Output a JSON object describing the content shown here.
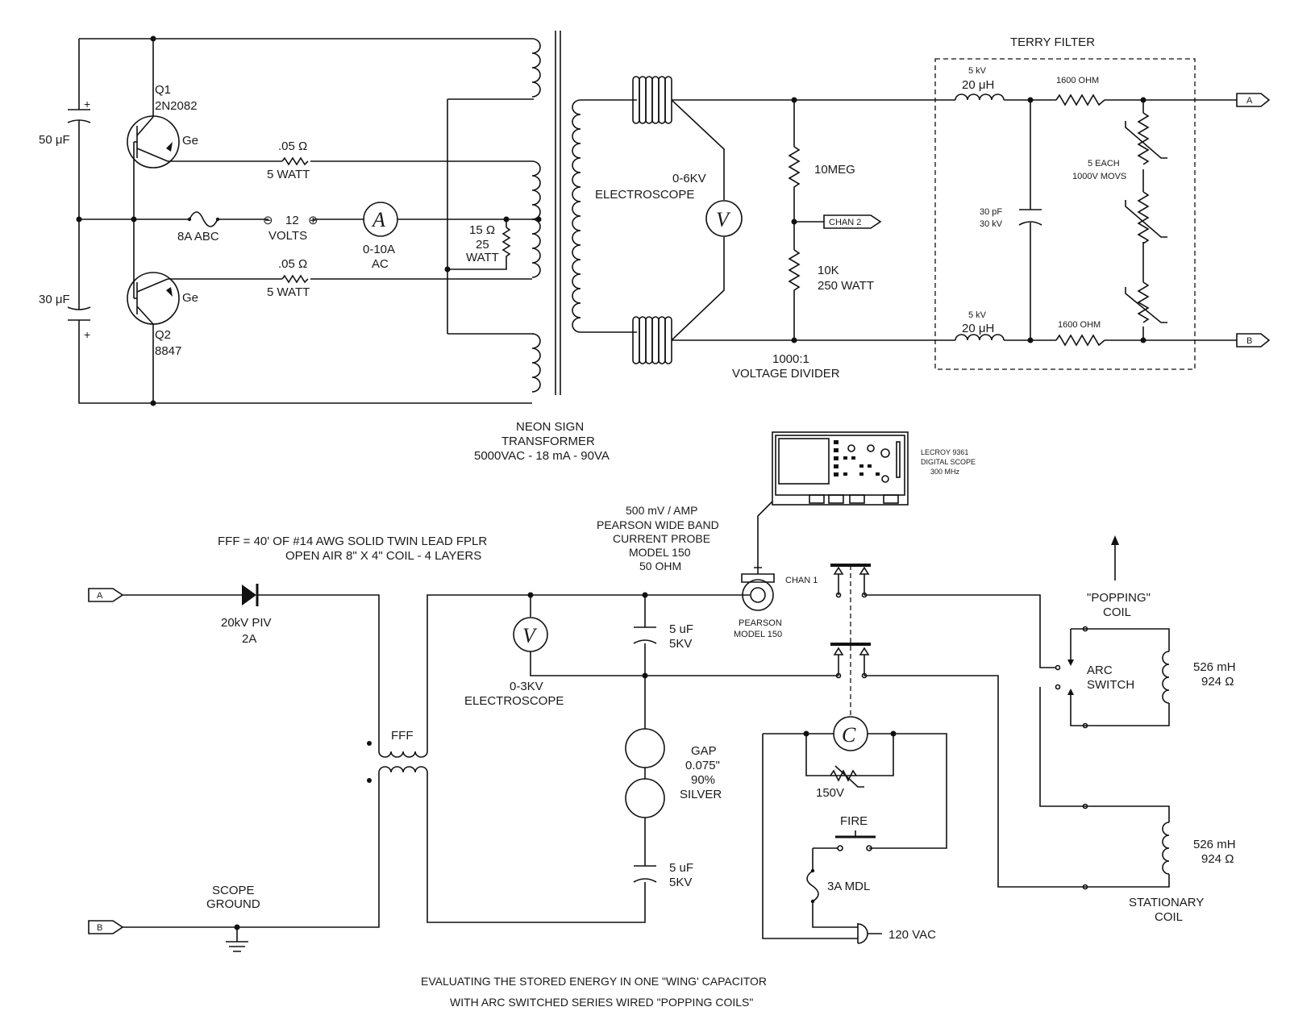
{
  "top": {
    "cap_top": "50 μF",
    "cap_bottom": "30 μF",
    "plus": "+",
    "q1_name": "Q1",
    "q1_part": "2N2082",
    "q2_name": "Q2",
    "q2_part": "8847",
    "ge": "Ge",
    "res_top_value": ".05 Ω",
    "res_top_watt": "5 WATT",
    "res_bot_value": ".05 Ω",
    "res_bot_watt": "5 WATT",
    "fuse": "8A ABC",
    "batt_minus": "⊖",
    "batt_value": "12",
    "batt_plus": "⊕",
    "batt_unit": "VOLTS",
    "ammeter_symbol": "A",
    "ammeter_range": "0-10A",
    "ammeter_type": "AC",
    "shunt_value": "15 Ω",
    "shunt_watt_value": "25",
    "shunt_watt_unit": "WATT",
    "transformer_line1": "NEON SIGN",
    "transformer_line2": "TRANSFORMER",
    "transformer_line3": "5000VAC - 18 mA - 90VA",
    "voltmeter_symbol": "V",
    "electroscope_range": "0-6KV",
    "electroscope_label": "ELECTROSCOPE",
    "r_upper": "10MEG",
    "r_lower_value": "10K",
    "r_lower_watt": "250 WATT",
    "chan2": "CHAN 2",
    "divider_ratio": "1000:1",
    "divider_label": "VOLTAGE DIVIDER",
    "filter_title": "TERRY FILTER",
    "ind_top_kv": "5 kV",
    "ind_top_value": "20 μH",
    "ind_bot_kv": "5 kV",
    "ind_bot_value": "20 μH",
    "res_f_top": "1600 OHM",
    "res_f_bot": "1600 OHM",
    "cap_f_value": "30 pF",
    "cap_f_volt": "30 kV",
    "movs_line1": "5 EACH",
    "movs_line2": "1000V MOVS",
    "port_a": "A",
    "port_b": "B"
  },
  "bottom": {
    "port_a": "A",
    "port_b": "B",
    "fff_def_line1": "FFF   = 40' OF #14 AWG SOLID TWIN LEAD FPLR",
    "fff_def_line2": "OPEN AIR 8\" X 4\" COIL - 4 LAYERS",
    "diode_value": "20kV PIV",
    "diode_current": "2A",
    "fff": "FFF",
    "scope_ground_1": "SCOPE",
    "scope_ground_2": "GROUND",
    "voltmeter_symbol": "V",
    "electroscope_range": "0-3KV",
    "electroscope_label": "ELECTROSCOPE",
    "cap1_value": "5 uF",
    "cap1_volt": "5KV",
    "cap2_value": "5 uF",
    "cap2_volt": "5KV",
    "gap_1": "GAP",
    "gap_2": "0.075\"",
    "gap_3": "90%",
    "gap_4": "SILVER",
    "probe_1": "500 mV / AMP",
    "probe_2": "PEARSON WIDE BAND",
    "probe_3": "CURRENT PROBE",
    "probe_4": "MODEL 150",
    "probe_5": "50 OHM",
    "pearson_1": "PEARSON",
    "pearson_2": "MODEL 150",
    "chan1": "CHAN 1",
    "scope_1": "LECROY 9361",
    "scope_2": "DIGITAL SCOPE",
    "scope_3": "300 MHz",
    "contactor_symbol": "C",
    "mov_label": "150V",
    "fire": "FIRE",
    "fuse_label": "3A MDL",
    "mains_label": "120 VAC",
    "popping_1": "\"POPPING\"",
    "popping_2": "COIL",
    "arc_1": "ARC",
    "arc_2": "SWITCH",
    "coil1_inductance": "526 mH",
    "coil1_resistance": "924 Ω",
    "coil2_inductance": "526 mH",
    "coil2_resistance": "924 Ω",
    "stationary_1": "STATIONARY",
    "stationary_2": "COIL",
    "caption_1": "EVALUATING THE STORED ENERGY IN ONE \"WING' CAPACITOR",
    "caption_2": "WITH ARC SWITCHED SERIES WIRED \"POPPING COILS\""
  }
}
